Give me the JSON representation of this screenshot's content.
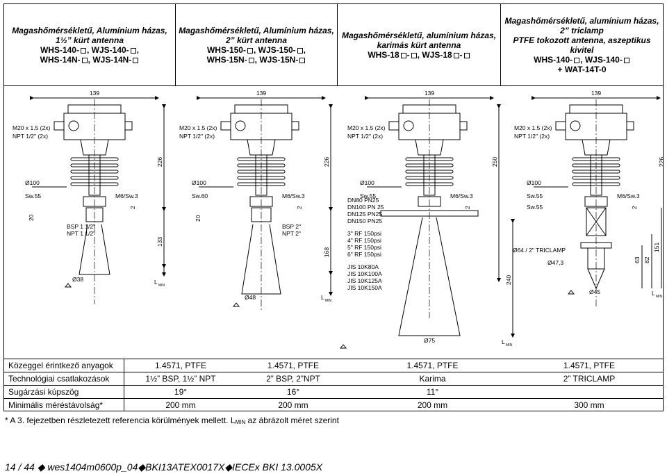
{
  "headers": [
    {
      "title": "Magashőmérsékletű, Alumínium házas,",
      "sub": "1½” kürt antenna",
      "models": [
        "WHS-140-▢, WJS-140-▢,",
        "WHS-14N-▢, WJS-14N-▢"
      ]
    },
    {
      "title": "Magashőmérsékletű, Alumínium házas,",
      "sub": "2” kürt antenna",
      "models": [
        "WHS-150-▢, WJS-150-▢,",
        "WHS-15N-▢, WJS-15N-▢"
      ]
    },
    {
      "title": "Magashőmérsékletű, alumínium házas,",
      "sub": "karimás kürt antenna",
      "models": [
        "WHS-18▢-▢, WJS-18▢-▢"
      ]
    },
    {
      "title": "Magashőmérsékletű, alumínium házas, 2” triclamp",
      "sub": "PTFE tokozott antenna, aszeptikus kivitel",
      "models": [
        "WHS-140-▢, WJS-140-▢",
        "+ WAT-14T-0"
      ]
    }
  ],
  "drawings": [
    {
      "width_dim": "139",
      "thread1": "M20 x 1.5 (2x)",
      "thread2": "NPT 1/2\" (2x)",
      "height_dim": "226",
      "dia_top": "Ø100",
      "sw": "Sw.55",
      "m6": "M6/Sw.3",
      "dim_20": "20",
      "dim_2": "2",
      "conn1": "BSP 1 1/2\"",
      "conn2": "NPT 1 1/2\"",
      "horn_len": "133",
      "horn_dia": "Ø38",
      "lmin": "L",
      "lmin_sub": "MIN"
    },
    {
      "width_dim": "139",
      "thread1": "M20 x 1.5 (2x)",
      "thread2": "NPT 1/2\" (2x)",
      "height_dim": "226",
      "dia_top": "Ø100",
      "sw": "Sw.60",
      "m6": "M6/Sw.3",
      "dim_20": "20",
      "dim_2": "2",
      "conn1": "BSP 2\"",
      "conn2": "NPT 2\"",
      "horn_len": "168",
      "horn_dia": "Ø48",
      "lmin": "L",
      "lmin_sub": "MIN"
    },
    {
      "width_dim": "139",
      "thread1": "M20 x 1.5 (2x)",
      "thread2": "NPT 1/2\" (2x)",
      "height_dim": "250",
      "dia_top": "Ø100",
      "sw": "Sw.55",
      "m6": "M6/Sw.3",
      "dim_2": "2",
      "flanges": [
        "DN80 PN25",
        "DN100 PN 25",
        "DN125 PN25",
        "DN150 PN25",
        "3\" RF 150psi",
        "4\" RF 150psi",
        "5\" RF 150psi",
        "6\" RF 150psi",
        "JIS 10K80A",
        "JIS 10K100A",
        "JIS 10K125A",
        "JIS 10K150A"
      ],
      "horn_len": "240",
      "horn_dia": "Ø75",
      "lmin": "L",
      "lmin_sub": "MIN"
    },
    {
      "width_dim": "139",
      "thread1": "M20 x 1.5 (2x)",
      "thread2": "NPT 1/2\" (2x)",
      "height_dim": "226",
      "dia_top": "Ø100",
      "sw": "Sw.55",
      "sw2": "Sw.55",
      "m6": "M6/Sw.3",
      "dim_2": "2",
      "clamp": "Ø64 / 2\" TRICLAMP",
      "dia_mid": "Ø47,3",
      "dim_63": "63",
      "dim_82": "82",
      "dim_151": "151",
      "horn_dia": "Ø45",
      "lmin": "L",
      "lmin_sub": "MIN"
    }
  ],
  "table": [
    {
      "label": "Közeggel érintkező anyagok",
      "values": [
        "1.4571, PTFE",
        "1.4571, PTFE",
        "1.4571, PTFE",
        "1.4571, PTFE"
      ]
    },
    {
      "label": "Technológiai csatlakozások",
      "values": [
        "1½” BSP, 1½” NPT",
        "2” BSP, 2”NPT",
        "Karima",
        "2” TRICLAMP"
      ]
    },
    {
      "label": "Sugárzási kúpszög",
      "values": [
        "19°",
        "16°",
        "11°",
        ""
      ]
    },
    {
      "label": "Minimális méréstávolság*",
      "values": [
        "200 mm",
        "200 mm",
        "200 mm",
        "300 mm"
      ]
    }
  ],
  "footnote": {
    "text1": "* A 3. fejezetben részletezett referencia körülmények mellett. L",
    "sub": "MIN",
    "text2": " az ábrázolt méret szerint"
  },
  "footer": {
    "page": "14 / 44",
    "doc": "wes1404m0600p_04",
    "cert1": "BKI13ATEX0017X",
    "cert2": "IECEx BKI 13.0005X",
    "sep": "◆"
  }
}
